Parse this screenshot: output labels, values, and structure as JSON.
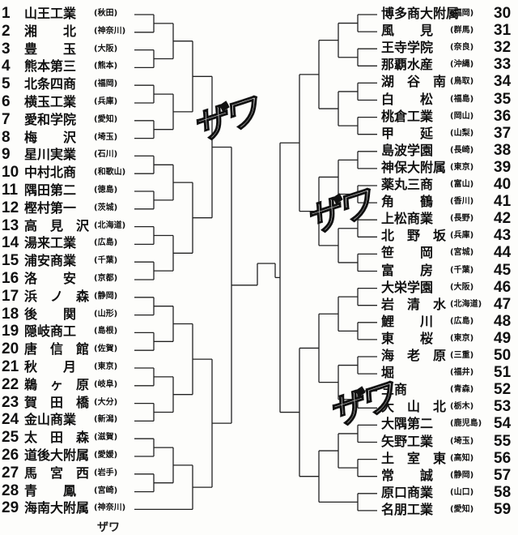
{
  "left_teams": [
    {
      "num": "1",
      "name": "山王工業",
      "pref": "(秋田)"
    },
    {
      "num": "2",
      "name": "湘　　北",
      "pref": "(神奈川)"
    },
    {
      "num": "3",
      "name": "豊　　玉",
      "pref": "(大阪)"
    },
    {
      "num": "4",
      "name": "熊本第三",
      "pref": "(熊本)"
    },
    {
      "num": "5",
      "name": "北条四商",
      "pref": "(福岡)"
    },
    {
      "num": "6",
      "name": "横玉工業",
      "pref": "(兵庫)"
    },
    {
      "num": "7",
      "name": "愛和学院",
      "pref": "(愛知)"
    },
    {
      "num": "8",
      "name": "梅　　沢",
      "pref": "(埼玉)"
    },
    {
      "num": "9",
      "name": "星川実業",
      "pref": "(石川)"
    },
    {
      "num": "10",
      "name": "中村北商",
      "pref": "(和歌山)"
    },
    {
      "num": "11",
      "name": "隅田第二",
      "pref": "(徳島)"
    },
    {
      "num": "12",
      "name": "樫村第一",
      "pref": "(茨城)"
    },
    {
      "num": "13",
      "name": "高　見　沢",
      "pref": "(北海道)"
    },
    {
      "num": "14",
      "name": "湯来工業",
      "pref": "(広島)"
    },
    {
      "num": "15",
      "name": "浦安商業",
      "pref": "(千葉)"
    },
    {
      "num": "16",
      "name": "洛　　安",
      "pref": "(京都)"
    },
    {
      "num": "17",
      "name": "浜　ノ　森",
      "pref": "(静岡)"
    },
    {
      "num": "18",
      "name": "後　　関",
      "pref": "(山形)"
    },
    {
      "num": "19",
      "name": "隠岐商工",
      "pref": "(島根)"
    },
    {
      "num": "20",
      "name": "唐　信　館",
      "pref": "(佐賀)"
    },
    {
      "num": "21",
      "name": "秋　　月",
      "pref": "(東京)"
    },
    {
      "num": "22",
      "name": "鵜　ヶ　原",
      "pref": "(岐阜)"
    },
    {
      "num": "23",
      "name": "賀　田　橋",
      "pref": "(大分)"
    },
    {
      "num": "24",
      "name": "金山商業",
      "pref": "(新潟)"
    },
    {
      "num": "25",
      "name": "太　田　森",
      "pref": "(滋賀)"
    },
    {
      "num": "26",
      "name": "道後大附属",
      "pref": "(愛媛)"
    },
    {
      "num": "27",
      "name": "馬　宮　西",
      "pref": "(岩手)"
    },
    {
      "num": "28",
      "name": "青　　鳳",
      "pref": "(宮崎)"
    },
    {
      "num": "29",
      "name": "海南大附属",
      "pref": "(神奈川)"
    }
  ],
  "right_teams": [
    {
      "num": "30",
      "name": "博多商大附属",
      "pref": "(福岡)"
    },
    {
      "num": "31",
      "name": "風　　見",
      "pref": "(群馬)"
    },
    {
      "num": "32",
      "name": "王寺学院",
      "pref": "(奈良)"
    },
    {
      "num": "33",
      "name": "那覇水産",
      "pref": "(沖縄)"
    },
    {
      "num": "34",
      "name": "湖　谷　南",
      "pref": "(鳥取)"
    },
    {
      "num": "35",
      "name": "白　　松",
      "pref": "(福島)"
    },
    {
      "num": "36",
      "name": "桃倉工業",
      "pref": "(岡山)"
    },
    {
      "num": "37",
      "name": "甲　　延",
      "pref": "(山梨)"
    },
    {
      "num": "38",
      "name": "島波学園",
      "pref": "(長崎)"
    },
    {
      "num": "39",
      "name": "神保大附属",
      "pref": "(東京)"
    },
    {
      "num": "40",
      "name": "薬丸三商",
      "pref": "(富山)"
    },
    {
      "num": "41",
      "name": "角　　鶴",
      "pref": "(香川)"
    },
    {
      "num": "42",
      "name": "上松商業",
      "pref": "(長野)"
    },
    {
      "num": "43",
      "name": "北　野　坂",
      "pref": "(兵庫)"
    },
    {
      "num": "44",
      "name": "笹　　岡",
      "pref": "(宮城)"
    },
    {
      "num": "45",
      "name": "富　　房",
      "pref": "(千葉)"
    },
    {
      "num": "46",
      "name": "大栄学園",
      "pref": "(大阪)"
    },
    {
      "num": "47",
      "name": "岩　清　水",
      "pref": "(北海道)"
    },
    {
      "num": "48",
      "name": "鯉　　川",
      "pref": "(広島)"
    },
    {
      "num": "49",
      "name": "東　　桜",
      "pref": "(東京)"
    },
    {
      "num": "50",
      "name": "海　老　原",
      "pref": "(三重)"
    },
    {
      "num": "51",
      "name": "堀",
      "pref": "(福井)"
    },
    {
      "num": "52",
      "name": "三商",
      "pref": "(青森)"
    },
    {
      "num": "53",
      "name": "大　山　北",
      "pref": "(栃木)"
    },
    {
      "num": "54",
      "name": "大隅第二",
      "pref": "(鹿児島)"
    },
    {
      "num": "55",
      "name": "矢野工業",
      "pref": "(埼玉)"
    },
    {
      "num": "56",
      "name": "土　室　東",
      "pref": "(高知)"
    },
    {
      "num": "57",
      "name": "常　　誠",
      "pref": "(静岡)"
    },
    {
      "num": "58",
      "name": "原口商業",
      "pref": "(山口)"
    },
    {
      "num": "59",
      "name": "名朋工業",
      "pref": "(愛知)"
    }
  ],
  "sound_effects": [
    "ザワ",
    "ザワ",
    "ザワ"
  ],
  "footer_fragment": "ザワ"
}
